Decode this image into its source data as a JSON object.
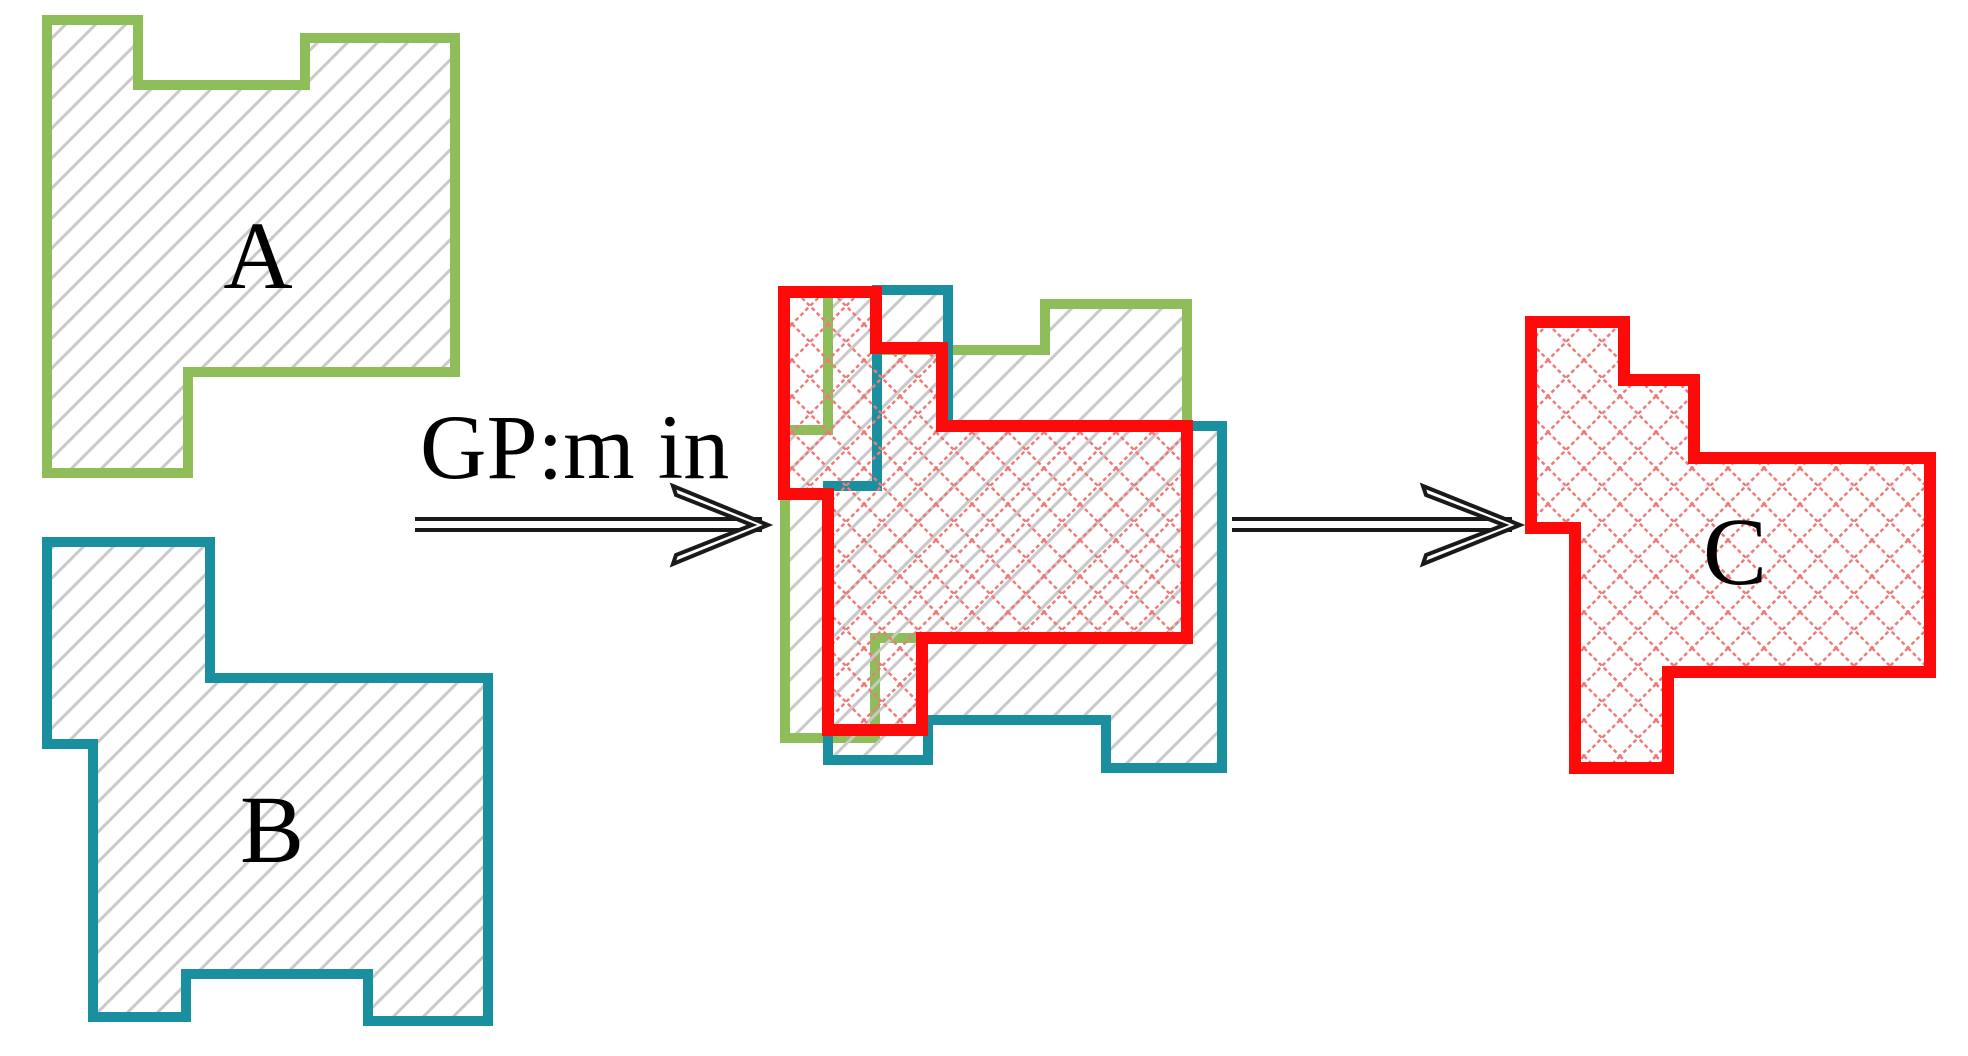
{
  "labels": {
    "shape_a": "A",
    "shape_b": "B",
    "shape_c": "C",
    "operation": "GP:m in"
  },
  "colors": {
    "shape_a_stroke": "#8fbd5a",
    "shape_b_stroke": "#1a8fa0",
    "result_stroke": "#ff0a0a",
    "hatch": "#c9c9c9",
    "crosshatch": "#ef7a7a",
    "arrow": "#1a1a1a",
    "arrow_fill": "#ffffff"
  }
}
